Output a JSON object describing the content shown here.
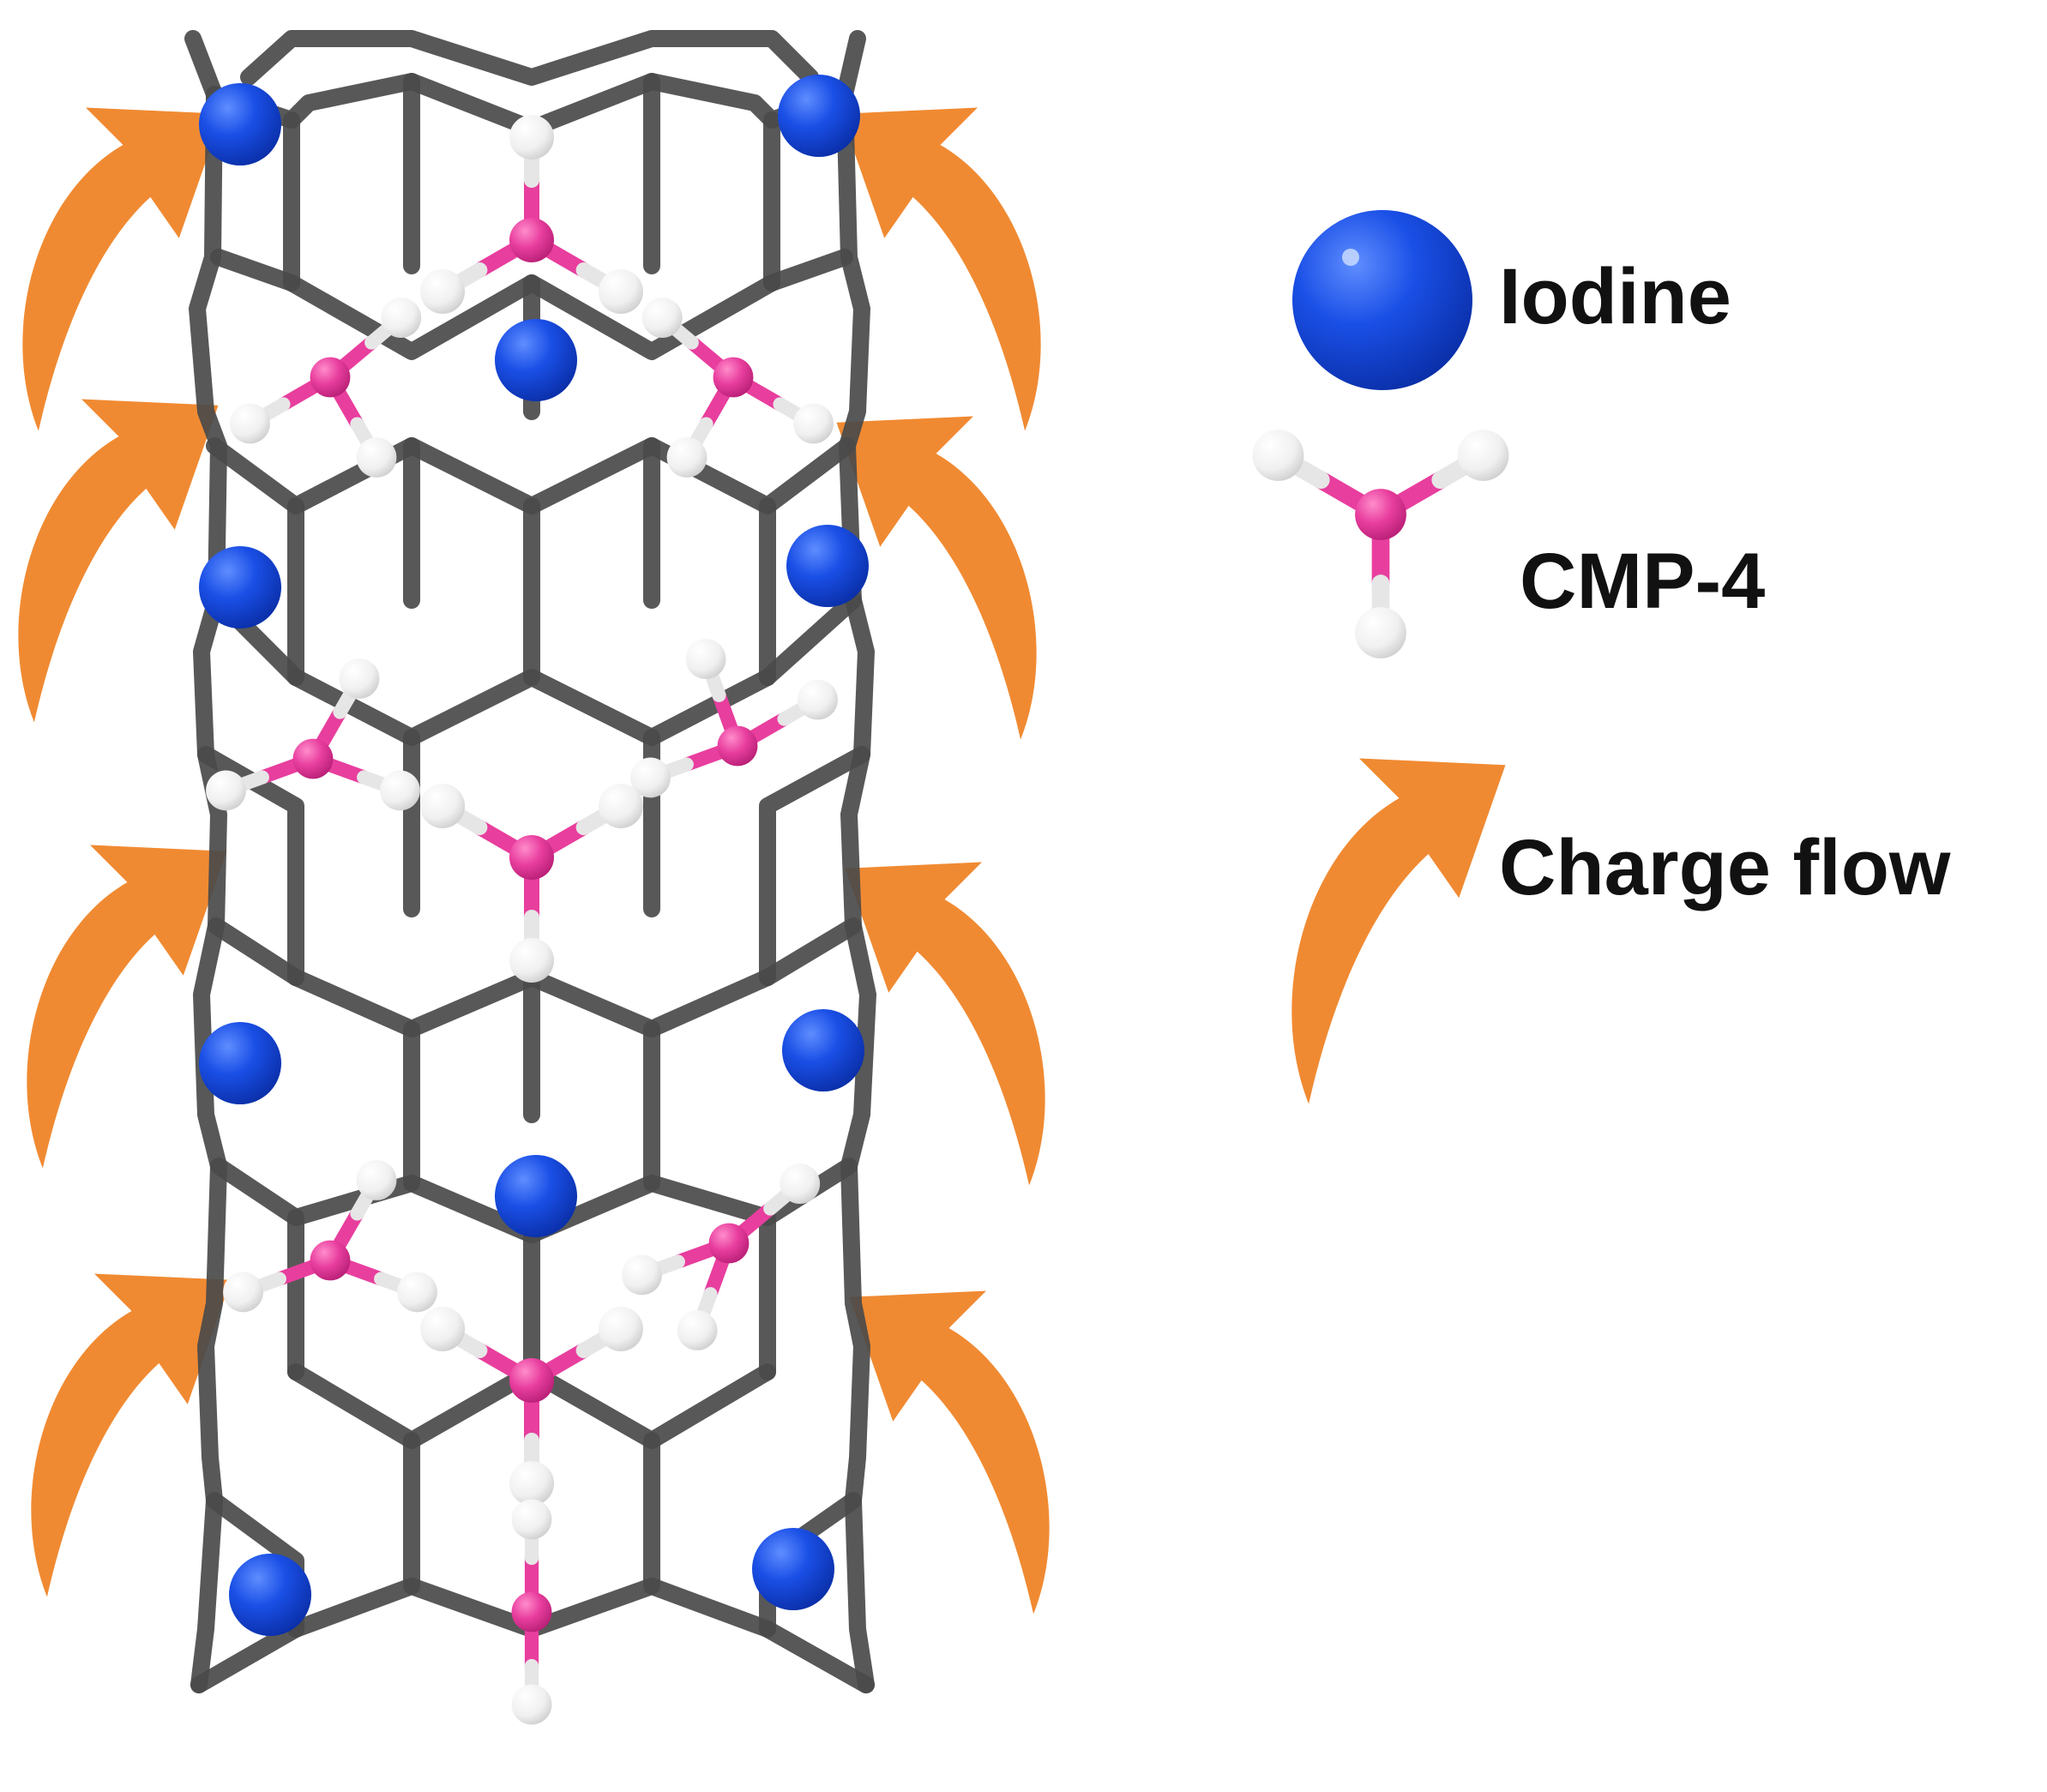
{
  "legend": {
    "iodine_label": "Iodine",
    "cmp_label": "CMP-4",
    "charge_label": "Charge flow"
  },
  "colors": {
    "iodine": "#0d3fd6",
    "cmp_core": "#e83e9e",
    "hydrogen": "#f2f2f2",
    "framework": "#4a4a4a",
    "arrow": "#f08a32"
  },
  "icons": [
    "iodine-atom-icon",
    "cmp-4-molecule-icon",
    "charge-flow-arrow-icon"
  ]
}
